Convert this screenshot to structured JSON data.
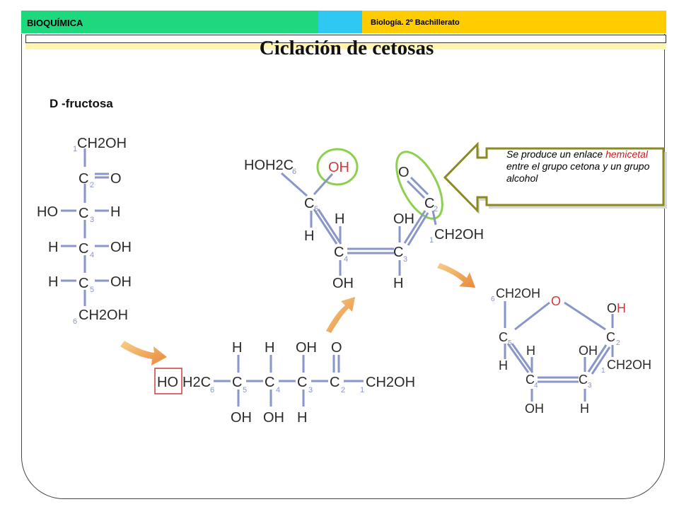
{
  "header": {
    "left_label": "BIOQUÍMICA",
    "right_label": "Biología. 2º Bachillerato"
  },
  "title": "Ciclación de cetosas",
  "molecule_name": "D -fructosa",
  "callout": {
    "before": "Se produce un enlace ",
    "highlight": "hemicetal",
    "after": " entre el grupo cetona y un grupo alcohol"
  },
  "colors": {
    "bond": "#8a95c8",
    "text": "#2a2a2a",
    "green_circle": "#8bd14e",
    "red_box": "#d23a3a",
    "arrow": "#f0a050",
    "callout_border": "#8a8a20"
  },
  "structures": {
    "fischer": {
      "top": "CH2OH",
      "c2": "C",
      "o": "O",
      "c3_left": "HO",
      "c3": "C",
      "c3_right": "H",
      "c4_left": "H",
      "c4": "C",
      "c4_right": "OH",
      "c5_left": "H",
      "c5": "C",
      "c5_right": "OH",
      "bottom": "CH2OH",
      "n1": "1",
      "n2": "2",
      "n3": "3",
      "n4": "4",
      "n5": "5",
      "n6": "6"
    },
    "linear": {
      "left": "HO",
      "left2": "H2C",
      "c5": "C",
      "c4": "C",
      "c3": "C",
      "c2": "C",
      "right": "CH2OH",
      "h5": "H",
      "h4": "H",
      "oh3": "OH",
      "o2": "O",
      "oh5": "OH",
      "oh4": "OH",
      "h3": "H",
      "n6": "6",
      "n5": "5",
      "n4": "4",
      "n3": "3",
      "n2": "2",
      "n1": "1"
    },
    "open": {
      "hoh2c": "HOH2C",
      "oh": "OH",
      "o": "O",
      "c5": "C",
      "c2": "C",
      "h5": "H",
      "h4": "H",
      "oh3": "OH",
      "ch2oh": "CH2OH",
      "c4": "C",
      "c3": "C",
      "oh4": "OH",
      "h3": "H",
      "n6": "6",
      "n5": "5",
      "n4": "4",
      "n3": "3",
      "n2": "2",
      "n1": "1"
    },
    "ring": {
      "ch2oh": "CH2OH",
      "o": "O",
      "oh": "OH",
      "c5": "C",
      "c2": "C",
      "h5": "H",
      "h4": "H",
      "oh3": "OH",
      "ch2oh2": "CH2OH",
      "c4": "C",
      "c3": "C",
      "oh4": "OH",
      "h3": "H",
      "n6": "6",
      "n5": "5",
      "n4": "4",
      "n3": "3",
      "n2": "2",
      "n1": "1"
    }
  }
}
